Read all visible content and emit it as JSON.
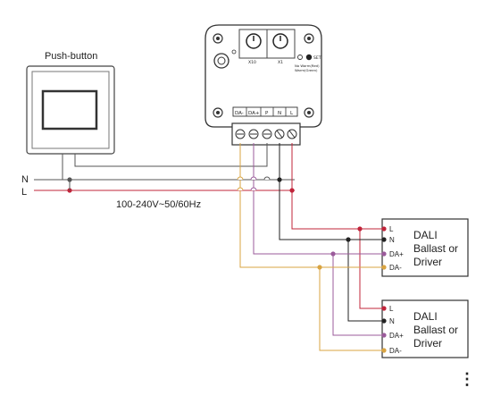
{
  "pushbutton": {
    "label": "Push-button"
  },
  "mains": {
    "n_label": "N",
    "l_label": "L",
    "voltage_label": "100-240V~50/60Hz"
  },
  "controller": {
    "dial_left_label": "X10",
    "dial_right_label": "X1",
    "set_label": "SET",
    "warn_line1": "No Warm(Red)",
    "warn_line2": "Warm(Green)",
    "terminals": [
      "DA-",
      "DA+",
      "P",
      "N",
      "L"
    ]
  },
  "drivers": [
    {
      "title_line1": "DALI",
      "title_line2": "Ballast or",
      "title_line3": "Driver",
      "terminals": [
        "L",
        "N",
        "DA+",
        "DA-"
      ]
    },
    {
      "title_line1": "DALI",
      "title_line2": "Ballast or",
      "title_line3": "Driver",
      "terminals": [
        "L",
        "N",
        "DA+",
        "DA-"
      ]
    }
  ],
  "colors": {
    "L_wire": "#c0243a",
    "N_wire": "#222222",
    "DAplus_wire": "#9b5b9b",
    "DAminus_wire": "#d9a441",
    "P_wire": "#555555"
  },
  "more": {
    "glyph": "⋮"
  }
}
